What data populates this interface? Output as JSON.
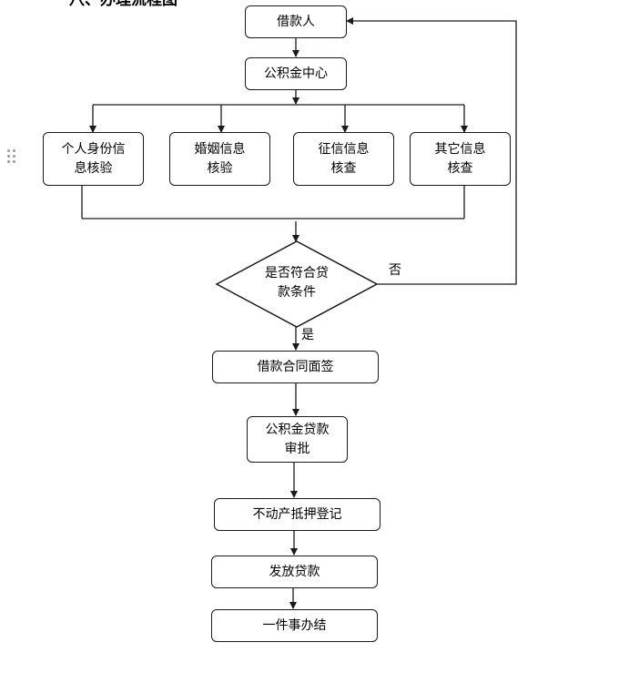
{
  "section_title": "八、办理流程图",
  "nodes": {
    "borrower": "借款人",
    "fund_center": "公积金中心",
    "identity_check": [
      "个人身份信",
      "息核验"
    ],
    "marriage_check": [
      "婚姻信息",
      "核验"
    ],
    "credit_check": [
      "征信信息",
      "核查"
    ],
    "other_check": [
      "其它信息",
      "核查"
    ],
    "decision": [
      "是否符合贷",
      "款条件"
    ],
    "contract": "借款合同面签",
    "approval": [
      "公积金贷款",
      "审批"
    ],
    "mortgage": "不动产抵押登记",
    "disbursement": "发放贷款",
    "completion": "一件事办结"
  },
  "edges": {
    "no_label": "否",
    "yes_label": "是"
  },
  "colors": {
    "line": "#1a1a1a",
    "box_border": "#1a1a1a",
    "background": "#ffffff"
  },
  "icons": {
    "drag_handle": "drag-handle-icon"
  }
}
